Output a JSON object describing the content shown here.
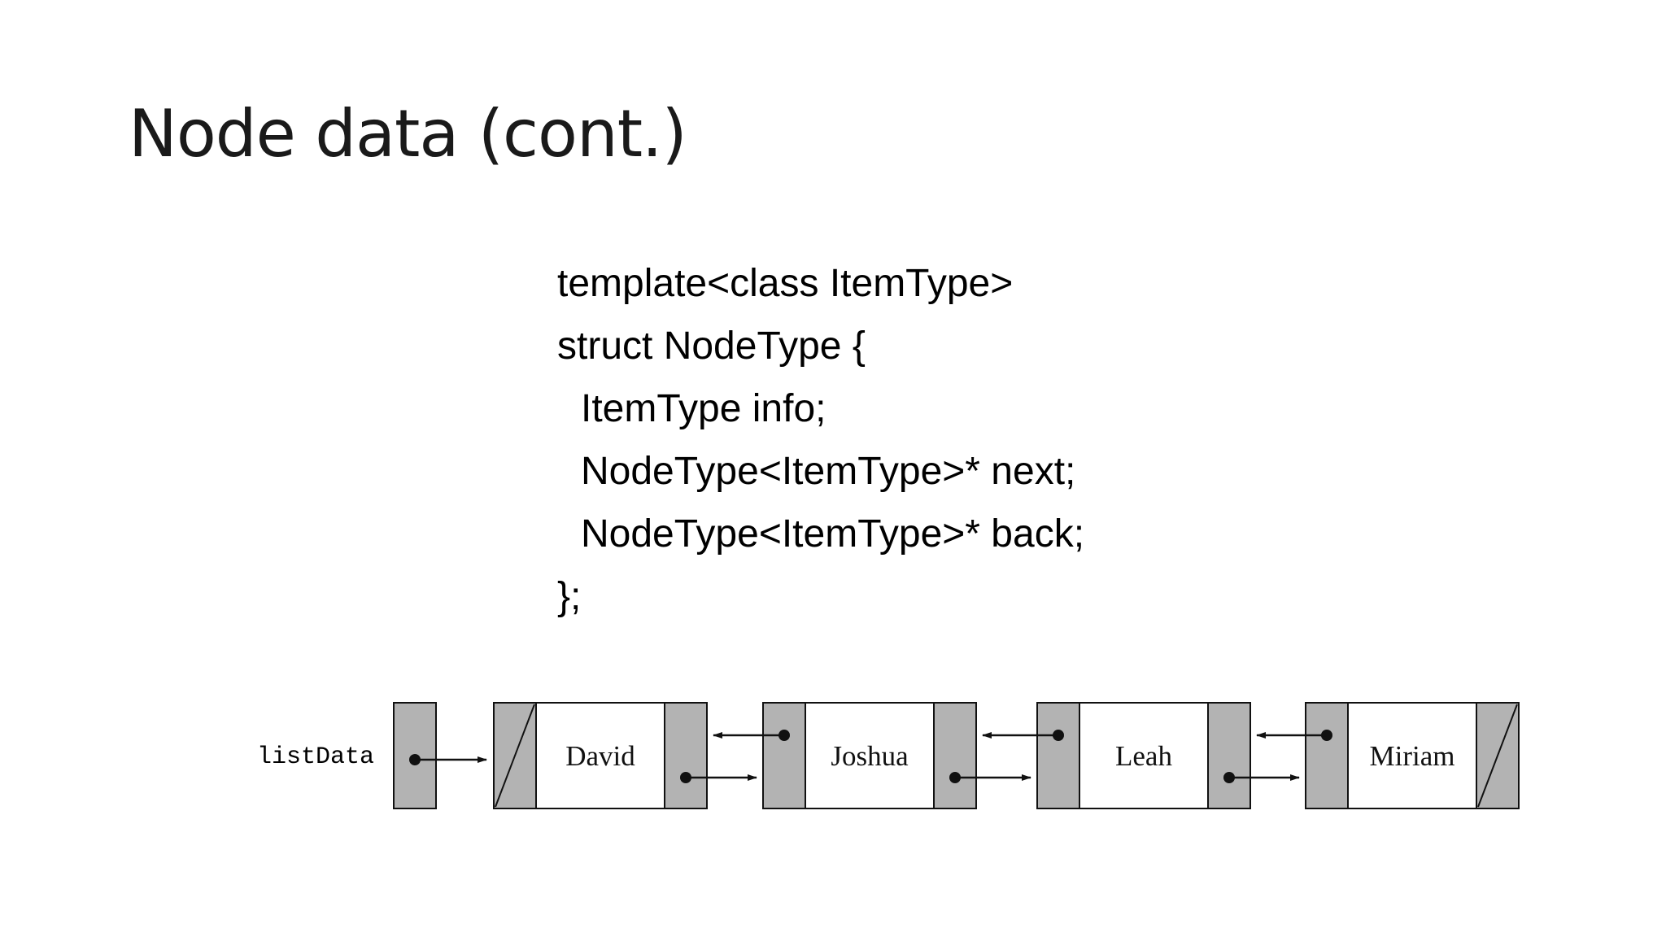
{
  "slide": {
    "title": "Node data (cont.)"
  },
  "code": {
    "lines": [
      {
        "text": "template<class ItemType>",
        "indent": false
      },
      {
        "text": "struct NodeType {",
        "indent": false
      },
      {
        "text": "ItemType info;",
        "indent": true
      },
      {
        "text": "NodeType<ItemType>* next;",
        "indent": true
      },
      {
        "text": "NodeType<ItemType>* back;",
        "indent": true
      },
      {
        "text": "};",
        "indent": false
      }
    ]
  },
  "diagram": {
    "head_label": "listData",
    "nodes": [
      "David",
      "Joshua",
      "Leah",
      "Miriam"
    ],
    "colors": {
      "pointer_fill": "#b3b3b3",
      "info_fill": "#ffffff",
      "stroke": "#111111"
    }
  }
}
